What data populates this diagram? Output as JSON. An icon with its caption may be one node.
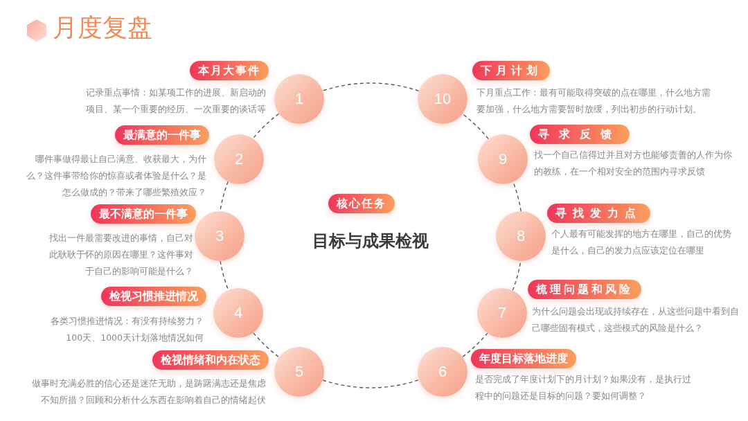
{
  "diagram": {
    "title": "月度复盘",
    "nodes": [
      {
        "text": [
          "1"
        ],
        "beside": [
          "记录重点事情：如某项工作的进展、新启动的项目、某一个重要的经历、一次重要的谈话等"
        ]
      },
      {
        "text": [
          "2"
        ],
        "beside": [
          "哪件事做得最让自己满意、收获最大，为什么？这件事带给你的惊喜或者体验是什么？是怎么做成的？带来了哪些繁殖效应？"
        ]
      },
      {
        "text": [
          "3"
        ],
        "beside": [
          "找出一件最需要改进的事情，自己对此耿耿于怀的原因在哪里？这件事对于自己的影响可能是什么？"
        ]
      },
      {
        "text": [
          "4"
        ],
        "beside": [
          "各类习惯推进情况：有没有持续努力？100天、1000天计划落地情况如何"
        ]
      },
      {
        "text": [
          "5"
        ],
        "beside": [
          "做事时充满必胜的信心还是迷茫无助，是踌躇满志还是焦虑不知所措？回顾和分析什么东西在影响着自己的情绪起伏"
        ]
      },
      {
        "text": [
          "6"
        ],
        "beside": [
          "是否完成了年度计划下的月计划？如果没有，是执行过程中的问题还是目标的问题？要如何调整？"
        ]
      },
      {
        "text": [
          "7"
        ],
        "beside": [
          "为什么问题会出现或持续存在，从这些问题中看到自己哪些固有模式，这些模式的风险是什么？"
        ]
      },
      {
        "text": [
          "8"
        ],
        "beside": [
          "个人最有可能发挥的地方在哪里，自己的优势是什么，自己的发力点应该定位在哪里"
        ]
      },
      {
        "text": [
          "9"
        ],
        "beside": [
          "找一个自己信得过并且对方也能够责善的人作为你的教练，在一个相对安全的范围内寻求反馈"
        ]
      },
      {
        "text": [
          "10"
        ],
        "beside": [
          "下月重点工作：最有可能取得突破的点在哪里，什么地方需要加强，什么地方需要暂时放缓，列出初步的行动计划。"
        ]
      },
      {
        "text": [
          "本月大事件"
        ]
      },
      {
        "text": [
          "最满意的一件事"
        ]
      },
      {
        "text": [
          "最不满意的一件事"
        ]
      },
      {
        "text": [
          "检视习惯推进情况"
        ]
      },
      {
        "text": [
          "检视情绪和内在状态"
        ]
      },
      {
        "text": [
          "年度目标落地进度"
        ]
      },
      {
        "text": [
          "梳理问题和风险"
        ]
      },
      {
        "text": [
          "寻找发力点"
        ]
      },
      {
        "text": [
          "寻求反馈"
        ]
      },
      {
        "text": [
          "下月计划"
        ]
      },
      {
        "text": [
          "核心任务"
        ],
        "beside": [
          "目标与成果检视"
        ]
      }
    ],
    "edges": [
      {
        "from": 0,
        "to": 1,
        "arrow": "none",
        "style": "dashed"
      },
      {
        "from": 1,
        "to": 2,
        "arrow": "none",
        "style": "dashed"
      },
      {
        "from": 2,
        "to": 3,
        "arrow": "none",
        "style": "dashed"
      },
      {
        "from": 3,
        "to": 4,
        "arrow": "none",
        "style": "dashed"
      },
      {
        "from": 4,
        "to": 5,
        "arrow": "none",
        "style": "dashed"
      },
      {
        "from": 5,
        "to": 6,
        "arrow": "none",
        "style": "dashed"
      },
      {
        "from": 6,
        "to": 7,
        "arrow": "none",
        "style": "dashed"
      },
      {
        "from": 7,
        "to": 8,
        "arrow": "none",
        "style": "dashed"
      },
      {
        "from": 8,
        "to": 9,
        "arrow": "none",
        "style": "dashed"
      },
      {
        "from": 9,
        "to": 0,
        "arrow": "none",
        "style": "dashed"
      }
    ]
  }
}
